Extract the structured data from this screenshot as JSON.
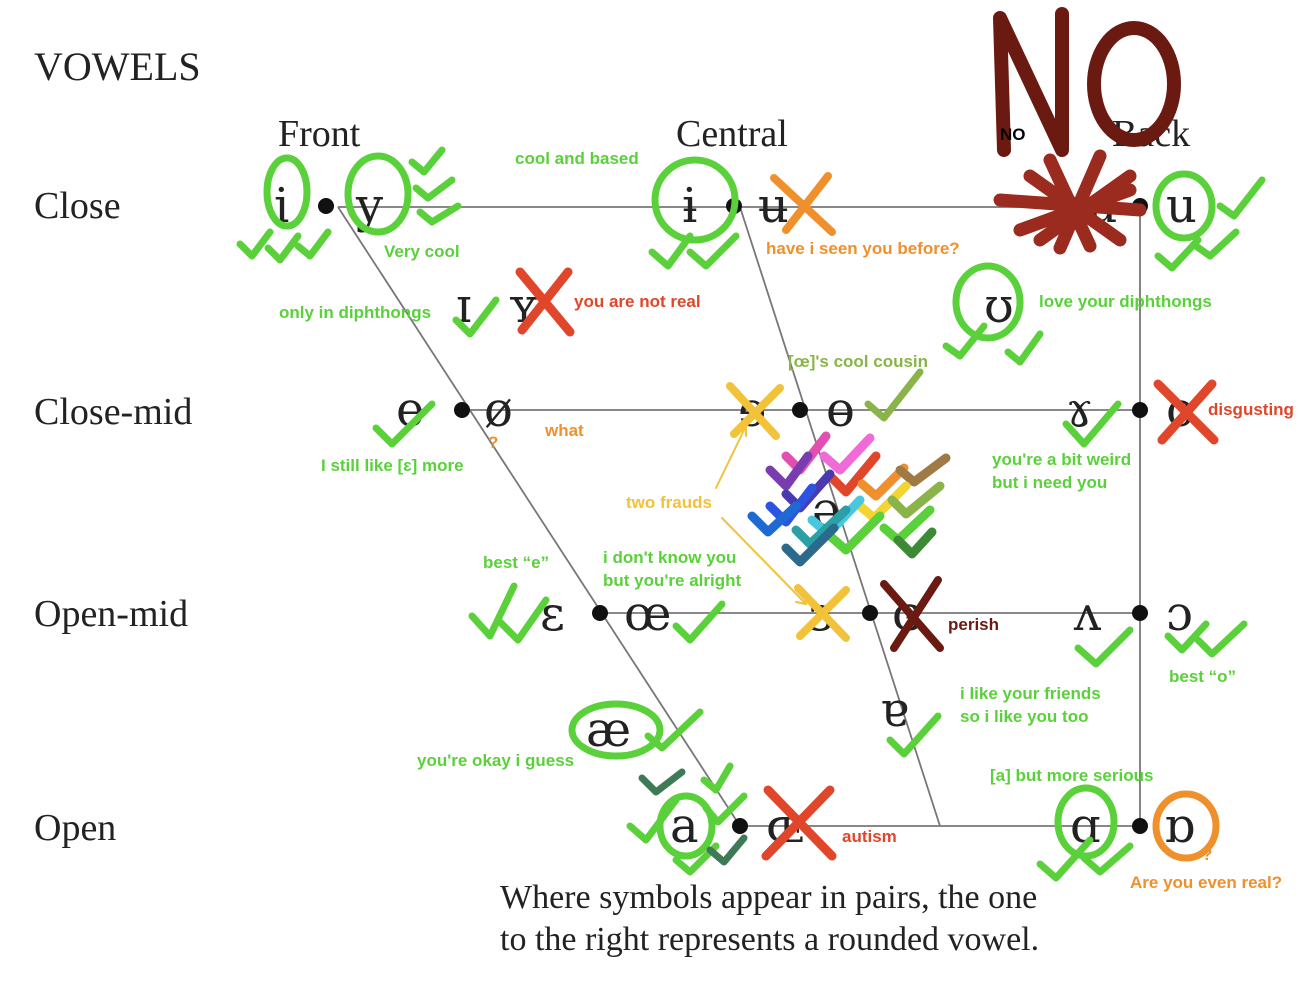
{
  "title": "VOWELS",
  "columns": [
    "Front",
    "Central",
    "Back"
  ],
  "rows": [
    "Close",
    "Close-mid",
    "Open-mid",
    "Open"
  ],
  "symbols": {
    "i": "i",
    "y": "y",
    "barred_i": "ɨ",
    "barred_u": "ʉ",
    "turned_m": "ɯ",
    "u": "u",
    "small_cap_i": "ɪ",
    "small_cap_y": "ʏ",
    "upsilon": "ʊ",
    "e": "e",
    "o_slash": "ø",
    "rev_e": "ɘ",
    "barred_o": "ɵ",
    "rams_horn": "ɤ",
    "o": "o",
    "schwa": "ə",
    "epsilon": "ɛ",
    "oe": "œ",
    "rev_epsilon": "ɜ",
    "closed_rev_epsilon": "ɞ",
    "wedge": "ʌ",
    "open_o": "ɔ",
    "ash": "æ",
    "turned_a": "ɐ",
    "a": "a",
    "oe_cap": "ɶ",
    "script_a": "ɑ",
    "turned_script_a": "ɒ"
  },
  "footer": {
    "line1": "Where symbols appear in pairs, the one",
    "line2": "to the right represents a rounded vowel."
  },
  "annotations": {
    "no": "NO",
    "cool_and_based": "cool and based",
    "very_cool": "Very cool",
    "have_i_seen": "have i seen you before?",
    "only_in_diphthongs": "only in diphthongs",
    "not_real": "you are not real",
    "love_diphthongs": "love your diphthongs",
    "oe_cousin": "[œ]'s cool cousin",
    "what": "what",
    "disgusting": "disgusting",
    "still_like_e": "I still like [ɛ] more",
    "bit_weird_1": "you're a bit weird",
    "bit_weird_2": "but i need you",
    "two_frauds": "two frauds",
    "best_e": "best “e”",
    "dont_know_1": "i don't know you",
    "dont_know_2": "but you're alright",
    "perish": "perish",
    "best_o": "best “o”",
    "friends_1": "i like your friends",
    "friends_2": "so i like you too",
    "okay_i_guess": "you're okay i guess",
    "a_serious": "[a] but more serious",
    "autism": "autism",
    "even_real": "Are you even real?",
    "question_mark": "?"
  },
  "colors": {
    "green": "#5ad13a",
    "dark_red": "#6b1a12",
    "red": "#e0462a",
    "orange": "#f0902c",
    "yellow": "#f2c23a",
    "olive": "#8ab44a",
    "dark_green": "#3d7a55",
    "text": "#222222"
  }
}
